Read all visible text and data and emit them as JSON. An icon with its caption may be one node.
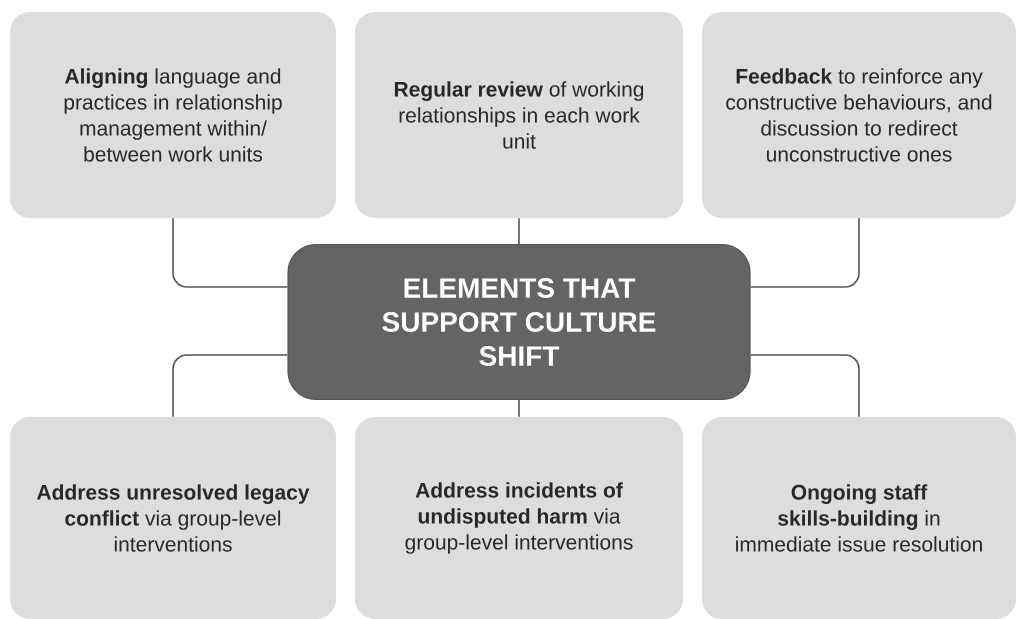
{
  "diagram": {
    "nodes": [
      {
        "text": [
          "ELEMENTS THAT SUPPORT CULTURE SHIFT"
        ]
      },
      {
        "text": [
          "**Aligning** language and practices in relationship management within/ between work units"
        ]
      },
      {
        "text": [
          "**Regular review** of working relationships in each work unit"
        ]
      },
      {
        "text": [
          "**Feedback** to reinforce any constructive behaviours, and discussion to redirect unconstructive ones"
        ]
      },
      {
        "text": [
          "**Address unresolved legacy conflict** via group-level interventions"
        ]
      },
      {
        "text": [
          "**Address incidents of undisputed harm** via group-level interventions"
        ]
      },
      {
        "text": [
          "**Ongoing staff skills-building** in immediate issue resolution"
        ]
      }
    ],
    "edges": [
      {
        "from": 0,
        "to": 1,
        "arrow": "none"
      },
      {
        "from": 0,
        "to": 2,
        "arrow": "none"
      },
      {
        "from": 0,
        "to": 3,
        "arrow": "none"
      },
      {
        "from": 0,
        "to": 4,
        "arrow": "none"
      },
      {
        "from": 0,
        "to": 5,
        "arrow": "none"
      },
      {
        "from": 0,
        "to": 6,
        "arrow": "none"
      }
    ]
  }
}
